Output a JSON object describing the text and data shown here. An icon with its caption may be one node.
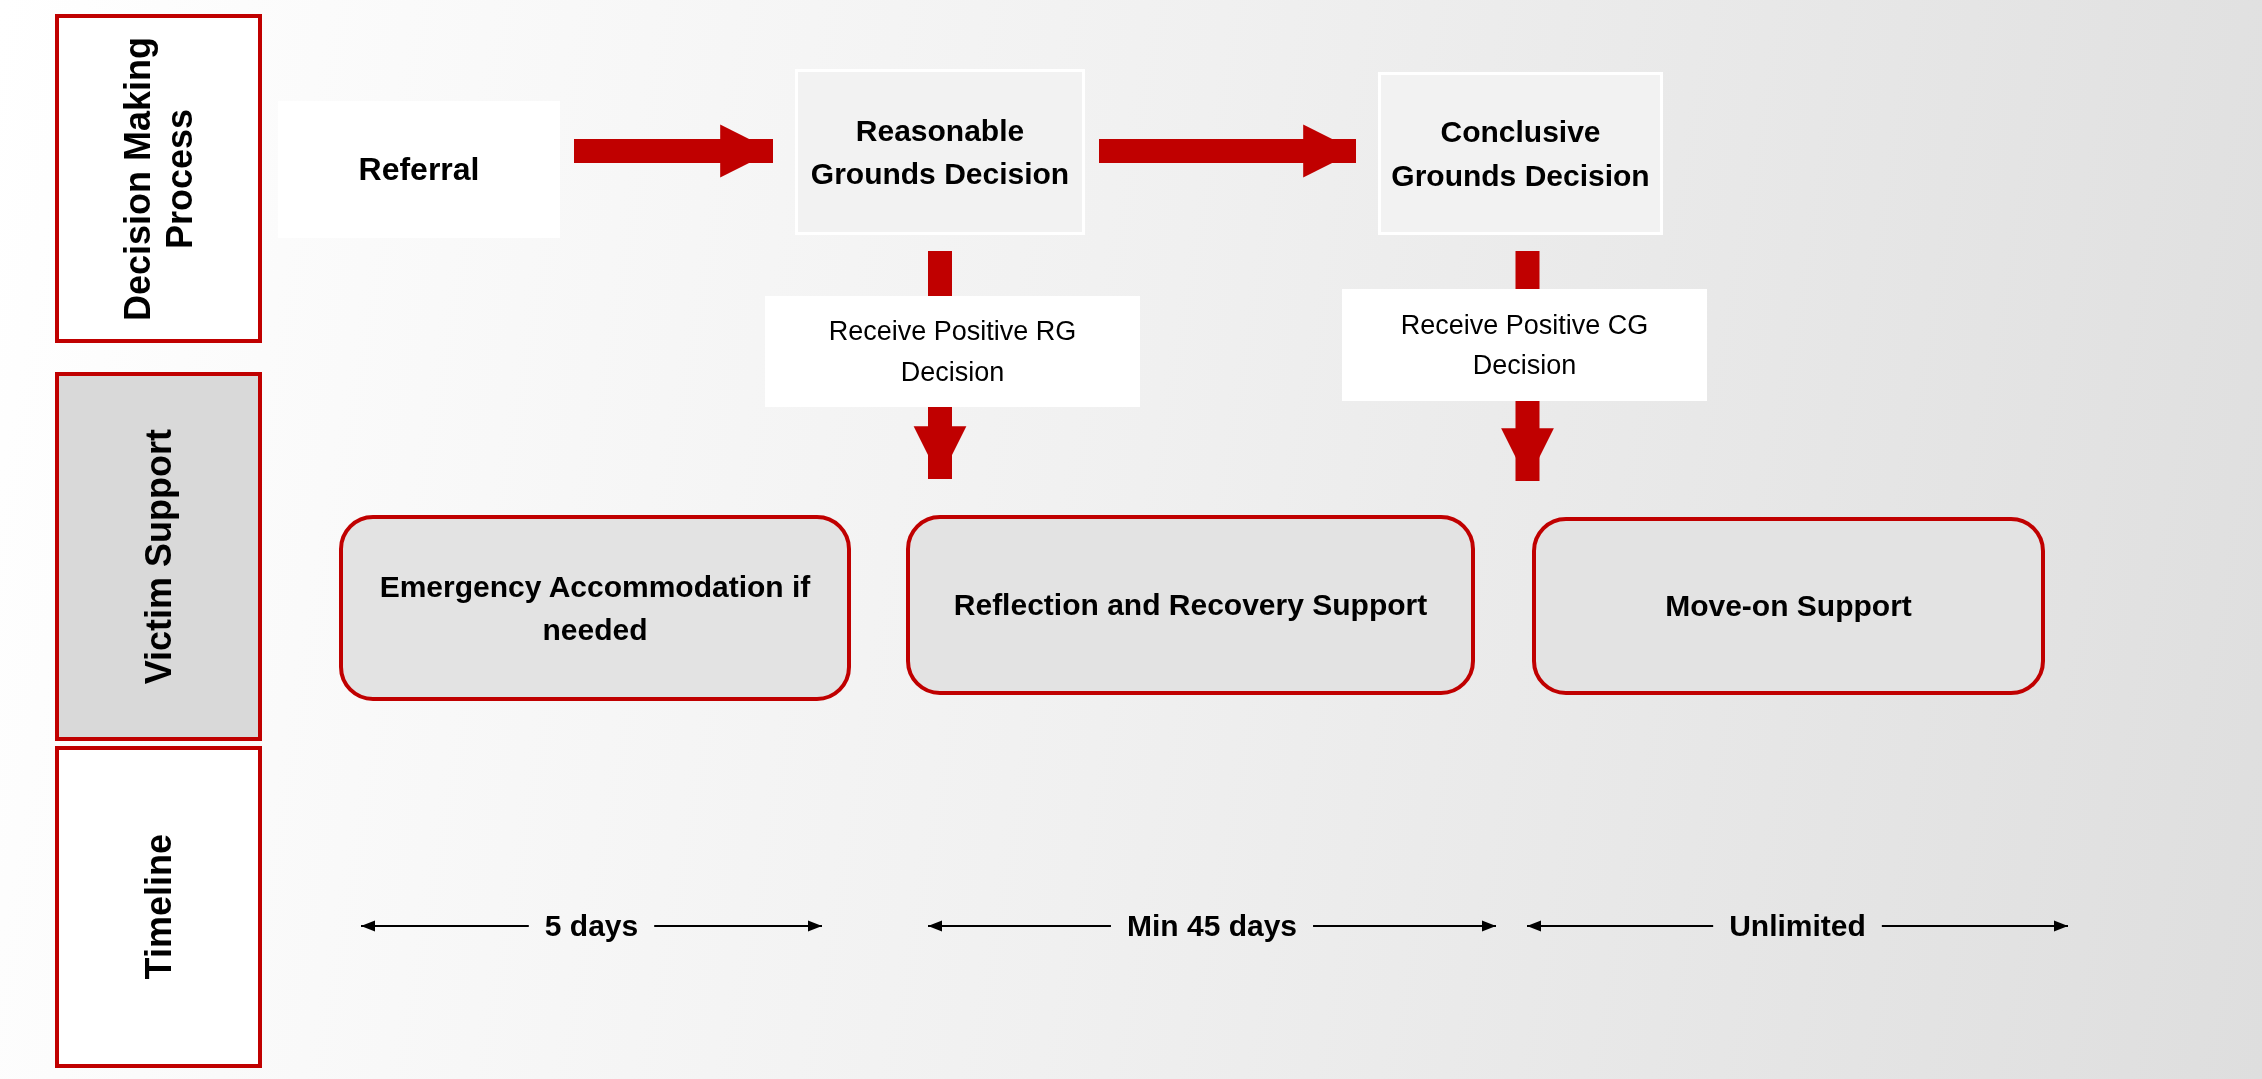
{
  "diagram": {
    "nodes": [
      {
        "text": [
          "Decision Making Process"
        ]
      },
      {
        "text": [
          "Victim Support"
        ]
      },
      {
        "text": [
          "Timeline"
        ]
      },
      {
        "text": [
          "Referral"
        ]
      },
      {
        "text": [
          "Reasonable Grounds Decision"
        ]
      },
      {
        "text": [
          "Conclusive Grounds Decision"
        ]
      },
      {
        "text": [
          "Emergency Accommodation if needed"
        ]
      },
      {
        "text": [
          "Reflection and Recovery Support"
        ]
      },
      {
        "text": [
          "Move-on Support"
        ]
      }
    ],
    "edges": [
      {
        "from": 3,
        "to": 4,
        "arrow": "to"
      },
      {
        "from": 4,
        "to": 5,
        "arrow": "to"
      },
      {
        "from": 4,
        "to": 7,
        "arrow": "to",
        "label": "Receive Positive RG Decision"
      },
      {
        "from": 5,
        "to": 8,
        "arrow": "to",
        "label": "Receive Positive CG Decision"
      }
    ],
    "labels": [
      "5 days",
      "Min 45 days",
      "Unlimited"
    ]
  }
}
